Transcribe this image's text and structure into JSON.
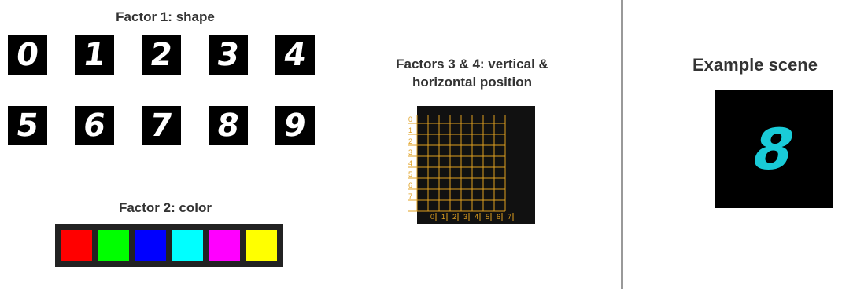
{
  "shape_factor": {
    "title": "Factor 1: shape",
    "digits": [
      "0",
      "1",
      "2",
      "3",
      "4",
      "5",
      "6",
      "7",
      "8",
      "9"
    ]
  },
  "color_factor": {
    "title": "Factor 2: color",
    "colors": [
      "#ff0000",
      "#00ff00",
      "#0000ff",
      "#00ffff",
      "#ff00ff",
      "#ffff00"
    ]
  },
  "position_factor": {
    "title": "Factors 3 & 4:  vertical & horizontal position",
    "rows": [
      "0",
      "1",
      "2",
      "3",
      "4",
      "5",
      "6",
      "7"
    ],
    "cols": [
      "0",
      "1",
      "2",
      "3",
      "4",
      "5",
      "6",
      "7"
    ],
    "grid_color": "#e0a020"
  },
  "example": {
    "title": "Example scene",
    "digit": "8",
    "digit_color": "#19cbd8"
  }
}
